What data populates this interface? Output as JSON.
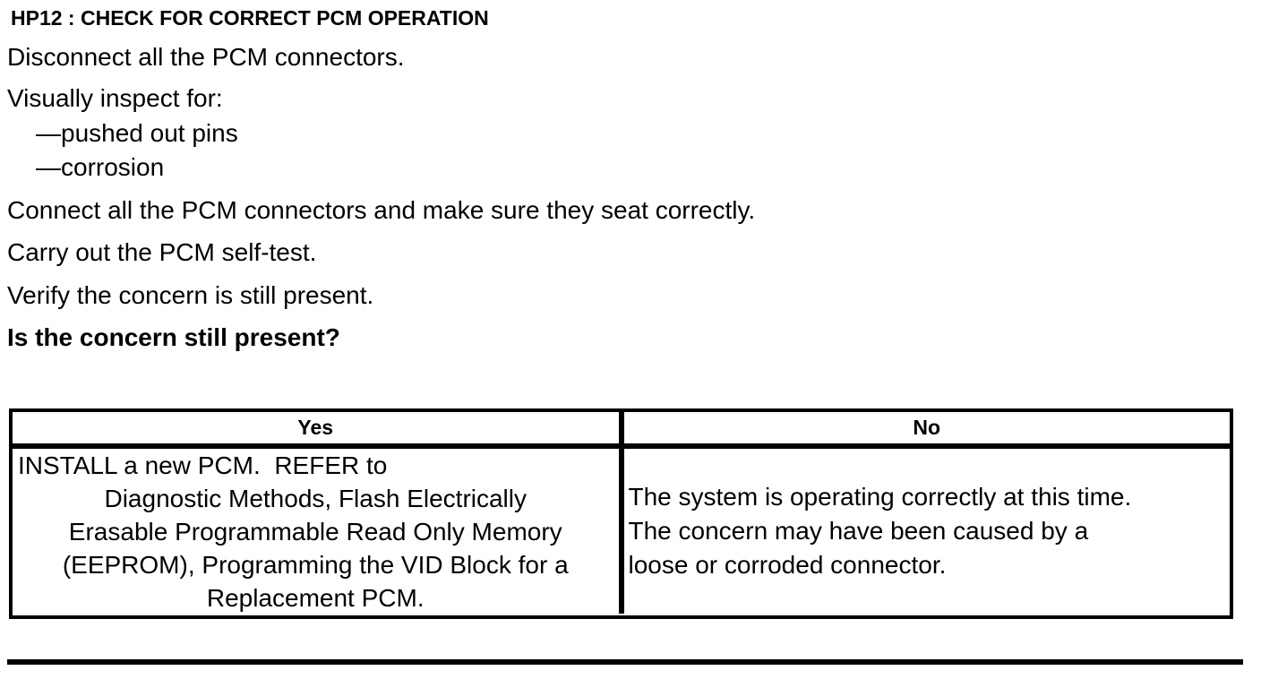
{
  "document": {
    "title": "HP12 : CHECK FOR CORRECT PCM OPERATION",
    "steps": {
      "disconnect": "Disconnect all the PCM connectors.",
      "inspect_intro": "Visually inspect for:",
      "inspect_items": [
        "—pushed out pins",
        "—corrosion"
      ],
      "connect": "Connect all the PCM connectors and make sure they seat correctly.",
      "self_test": "Carry out the PCM self-test.",
      "verify": "Verify the concern is still present."
    },
    "question": "Is the concern still present?"
  },
  "results_table": {
    "yes_header": "Yes",
    "no_header": "No",
    "yes_action_line1": "INSTALL a new PCM.  REFER to",
    "yes_reference_lines": [
      "Diagnostic Methods, Flash Electrically",
      "Erasable Programmable Read Only Memory",
      "(EEPROM), Programming the VID Block for a",
      "Replacement PCM."
    ],
    "no_action_lines": [
      "The system is operating correctly at this time.",
      "The concern may have been caused by a",
      "loose or corroded connector."
    ]
  },
  "colors": {
    "text": "#000000",
    "background": "#ffffff",
    "border": "#000000"
  }
}
